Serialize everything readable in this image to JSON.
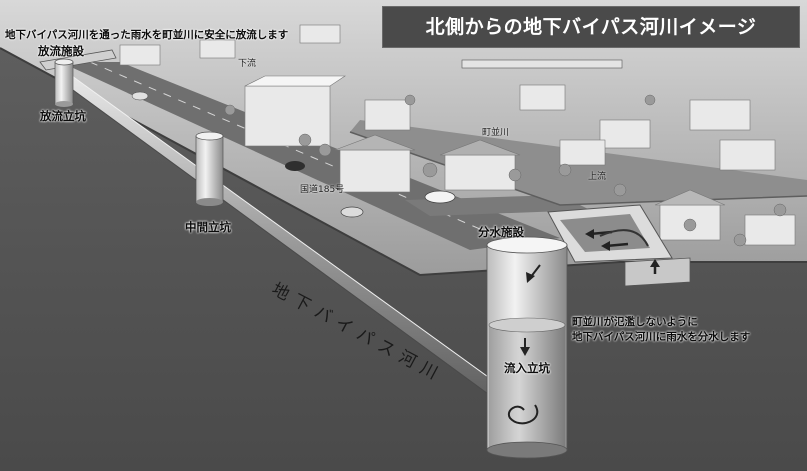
{
  "title": "北側からの地下バイパス河川イメージ",
  "caption_top": "地下バイパス河川を通った雨水を町並川に安全に放流します",
  "labels": {
    "outlet_facility": "放流施設",
    "outlet_shaft": "放流立坑",
    "middle_shaft": "中間立坑",
    "diversion_facility": "分水施設",
    "inflow_shaft": "流入立坑",
    "downstream": "下流",
    "upstream": "上流",
    "river_name": "町並川",
    "route": "国道185号",
    "tunnel": "地下バイパス河川"
  },
  "note_lines": [
    "町並川が氾濫しないように",
    "地下バイパス河川に雨水を分水します"
  ],
  "colors": {
    "background": "#5a5a5a",
    "title_bg": "#4a4a4a",
    "title_text": "#ffffff",
    "ground_section": "#4b4b4b",
    "road": "#6f6f6f",
    "sky_town": "#bdbdbd"
  }
}
